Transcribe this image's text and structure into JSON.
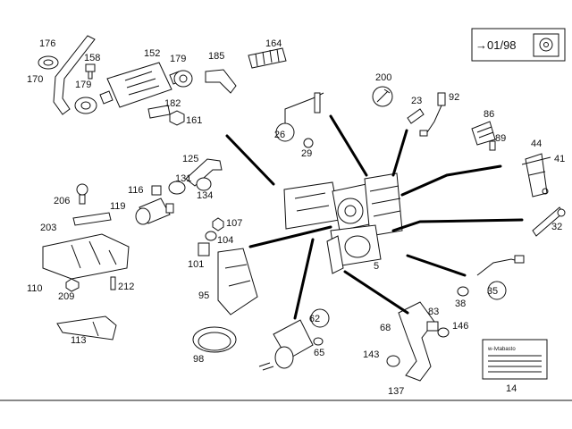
{
  "diagram": {
    "ref_box": {
      "text": "→01/98",
      "icon": "fuel-pump-icon"
    },
    "part_numbers": [
      "176",
      "158",
      "152",
      "179",
      "185",
      "164",
      "170",
      "179",
      "182",
      "161",
      "200",
      "23",
      "92",
      "86",
      "89",
      "44",
      "41",
      "26",
      "29",
      "125",
      "131",
      "116",
      "134",
      "206",
      "119",
      "107",
      "104",
      "101",
      "32",
      "203",
      "5",
      "38",
      "35",
      "110",
      "209",
      "212",
      "95",
      "62",
      "83",
      "68",
      "146",
      "113",
      "98",
      "65",
      "143",
      "137",
      "14"
    ],
    "label_sticker": {
      "title": "w-Ivtabasto"
    }
  }
}
